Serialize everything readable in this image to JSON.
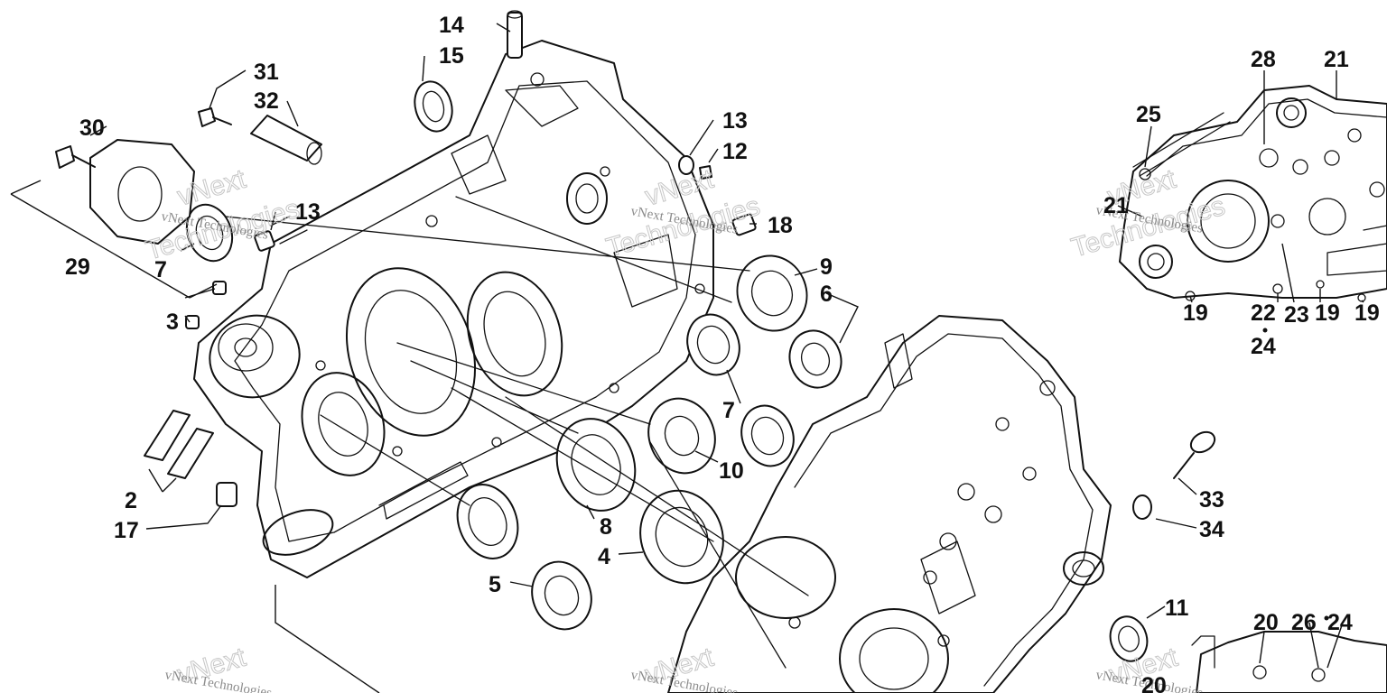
{
  "diagram": {
    "callouts": {
      "c1": "14",
      "c2": "15",
      "c3": "31",
      "c4": "32",
      "c5": "30",
      "c6": "13",
      "c7": "12",
      "c8": "13",
      "c9": "18",
      "c10": "29",
      "c11": "7",
      "c12": "3",
      "c13": "9",
      "c14": "6",
      "c15": "7",
      "c16": "10",
      "c17": "2",
      "c18": "17",
      "c19": "8",
      "c20": "4",
      "c21": "5",
      "c22": "33",
      "c23": "34",
      "c24": "11",
      "c25": "28",
      "c26": "21",
      "c27": "25",
      "c28": "21",
      "c29": "19",
      "c30": "22",
      "c31": "23",
      "c32": "19",
      "c33": "19",
      "c34": "24",
      "c35": "20",
      "c36": "26",
      "c37": "24",
      "c38": "20"
    },
    "watermark": {
      "brand": "vNext",
      "company": "vNext Technologies",
      "word": "Technologies"
    }
  }
}
